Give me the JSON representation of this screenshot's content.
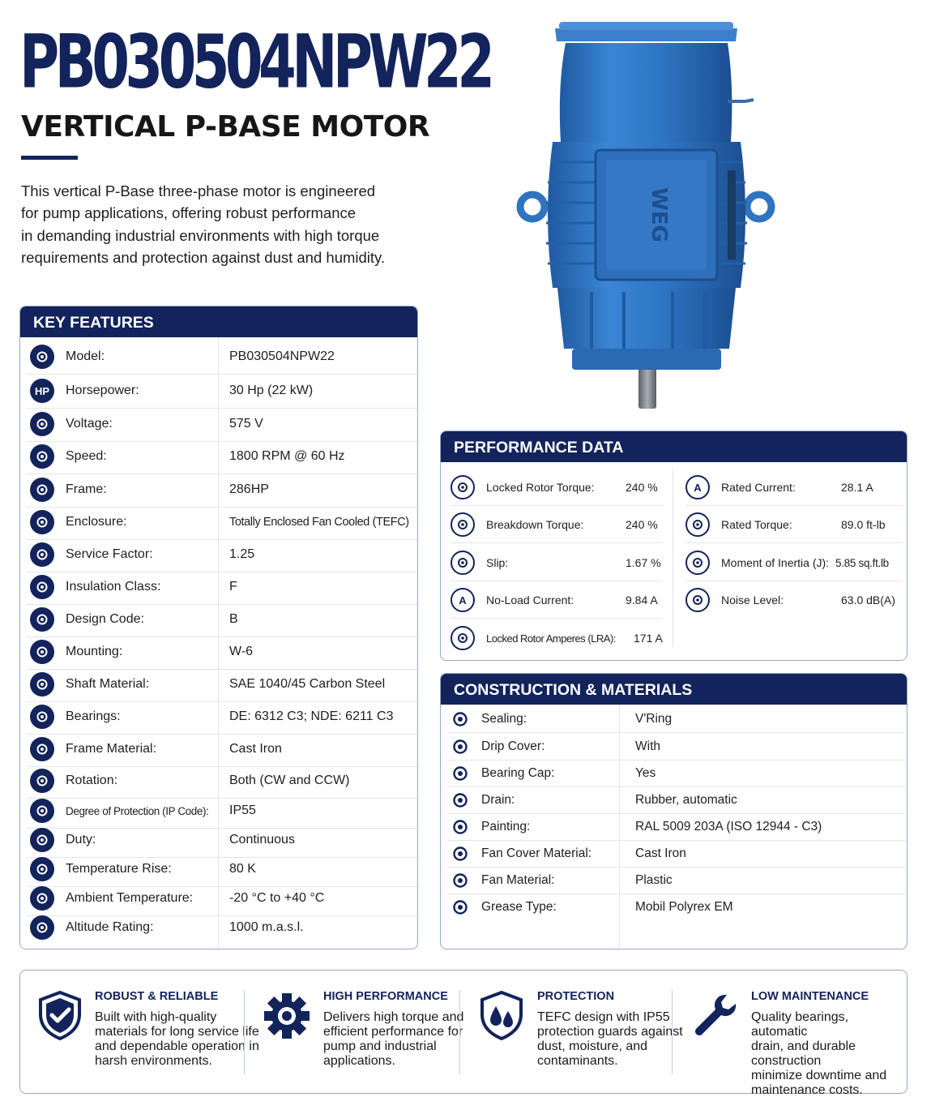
{
  "header": {
    "model_title": "PB030504NPW22",
    "subtitle": "VERTICAL P-BASE MOTOR",
    "intro_lines": [
      "This vertical P-Base three-phase motor is engineered",
      "for pump applications, offering robust performance",
      "in demanding industrial environments with high torque",
      "requirements and protection against dust and humidity."
    ]
  },
  "motor_image": {
    "brand_mark": "WEG"
  },
  "key_features": {
    "title": "KEY FEATURES",
    "rows": [
      {
        "icon": "tag-icon",
        "glyph": "",
        "label": "Model:",
        "value": "PB030504NPW22"
      },
      {
        "icon": "hp-icon",
        "glyph": "HP",
        "label": "Horsepower:",
        "value": "30 Hp (22 kW)"
      },
      {
        "icon": "lightning-icon",
        "glyph": "",
        "label": "Voltage:",
        "value": "575 V"
      },
      {
        "icon": "speedometer-icon",
        "glyph": "",
        "label": "Speed:",
        "value": "1800 RPM @ 60 Hz"
      },
      {
        "icon": "frame-icon",
        "glyph": "",
        "label": "Frame:",
        "value": "286HP"
      },
      {
        "icon": "shield-icon",
        "glyph": "",
        "label": "Enclosure:",
        "value": "Totally Enclosed Fan Cooled (TEFC)"
      },
      {
        "icon": "fan-icon",
        "glyph": "",
        "label": "Service Factor:",
        "value": "1.25"
      },
      {
        "icon": "thermometer-icon",
        "glyph": "",
        "label": "Insulation Class:",
        "value": "F"
      },
      {
        "icon": "nameplate-icon",
        "glyph": "",
        "label": "Design Code:",
        "value": "B"
      },
      {
        "icon": "mounting-icon",
        "glyph": "",
        "label": "Mounting:",
        "value": "W-6"
      },
      {
        "icon": "shaft-icon",
        "glyph": "",
        "label": "Shaft Material:",
        "value": "SAE 1040/45 Carbon Steel"
      },
      {
        "icon": "bearing-icon",
        "glyph": "",
        "label": "Bearings:",
        "value": "DE: 6312 C3; NDE: 6211 C3"
      },
      {
        "icon": "cube-icon",
        "glyph": "",
        "label": "Frame Material:",
        "value": "Cast Iron"
      },
      {
        "icon": "rotation-icon",
        "glyph": "",
        "label": "Rotation:",
        "value": "Both (CW and CCW)"
      },
      {
        "icon": "shield-outline-icon",
        "glyph": "",
        "label": "Degree of Protection (IP Code):",
        "value": "IP55"
      },
      {
        "icon": "duty-icon",
        "glyph": "",
        "label": "Duty:",
        "value": "Continuous"
      },
      {
        "icon": "thermometer-icon",
        "glyph": "",
        "label": "Temperature Rise:",
        "value": "80 K"
      },
      {
        "icon": "thermometer-icon",
        "glyph": "",
        "label": "Ambient Temperature:",
        "value": "-20 °C to +40 °C"
      },
      {
        "icon": "mountain-icon",
        "glyph": "",
        "label": "Altitude Rating:",
        "value": "1000 m.a.s.l."
      }
    ]
  },
  "performance": {
    "title": "PERFORMANCE DATA",
    "left": [
      {
        "icon": "torque-icon",
        "glyph": "",
        "label": "Locked Rotor Torque:",
        "value": "240 %"
      },
      {
        "icon": "gear-icon",
        "glyph": "",
        "label": "Breakdown Torque:",
        "value": "240 %"
      },
      {
        "icon": "slip-icon",
        "glyph": "",
        "label": "Slip:",
        "value": "1.67 %"
      },
      {
        "icon": "ampere-icon",
        "glyph": "A",
        "label": "No-Load Current:",
        "value": "9.84 A"
      },
      {
        "icon": "lra-icon",
        "glyph": "",
        "label": "Locked Rotor Amperes (LRA):",
        "value": "171 A"
      }
    ],
    "right": [
      {
        "icon": "ampere-icon",
        "glyph": "A",
        "label": "Rated Current:",
        "value": "28.1 A"
      },
      {
        "icon": "torque-icon",
        "glyph": "",
        "label": "Rated Torque:",
        "value": "89.0 ft-lb"
      },
      {
        "icon": "inertia-icon",
        "glyph": "",
        "label": "Moment of Inertia (J):",
        "value": "5.85 sq.ft.lb"
      },
      {
        "icon": "speaker-icon",
        "glyph": "",
        "label": "Noise Level:",
        "value": "63.0 dB(A)"
      }
    ]
  },
  "construction": {
    "title": "CONSTRUCTION & MATERIALS",
    "rows": [
      {
        "icon": "seal-icon",
        "label": "Sealing:",
        "value": "V'Ring"
      },
      {
        "icon": "drip-cover-icon",
        "label": "Drip Cover:",
        "value": "With"
      },
      {
        "icon": "bearing-cap-icon",
        "label": "Bearing Cap:",
        "value": "Yes"
      },
      {
        "icon": "drain-icon",
        "label": "Drain:",
        "value": "Rubber, automatic"
      },
      {
        "icon": "paint-icon",
        "label": "Painting:",
        "value": "RAL 5009 203A (ISO 12944 - C3)"
      },
      {
        "icon": "fan-cover-icon",
        "label": "Fan Cover Material:",
        "value": "Cast Iron"
      },
      {
        "icon": "fan-icon",
        "label": "Fan Material:",
        "value": "Plastic"
      },
      {
        "icon": "grease-icon",
        "label": "Grease Type:",
        "value": "Mobil Polyrex EM"
      }
    ]
  },
  "highlights": [
    {
      "icon": "shield-check-icon",
      "title": "ROBUST & RELIABLE",
      "lines": [
        "Built with high-quality",
        "materials for long service life",
        "and dependable operation in",
        "harsh environments."
      ]
    },
    {
      "icon": "gear-icon",
      "title": "HIGH PERFORMANCE",
      "lines": [
        "Delivers high torque and",
        "efficient performance for",
        "pump and industrial",
        "applications."
      ]
    },
    {
      "icon": "shield-drops-icon",
      "title": "PROTECTION",
      "lines": [
        "TEFC design with IP55",
        "protection guards against",
        "dust, moisture, and",
        "contaminants."
      ]
    },
    {
      "icon": "wrench-icon",
      "title": "LOW MAINTENANCE",
      "lines": [
        "Quality bearings, automatic",
        "drain, and durable construction",
        "minimize downtime and",
        "maintenance costs."
      ]
    }
  ],
  "colors": {
    "navy": "#13235b",
    "motor_blue": "#2f74c0",
    "border": "#9aa6c8"
  }
}
